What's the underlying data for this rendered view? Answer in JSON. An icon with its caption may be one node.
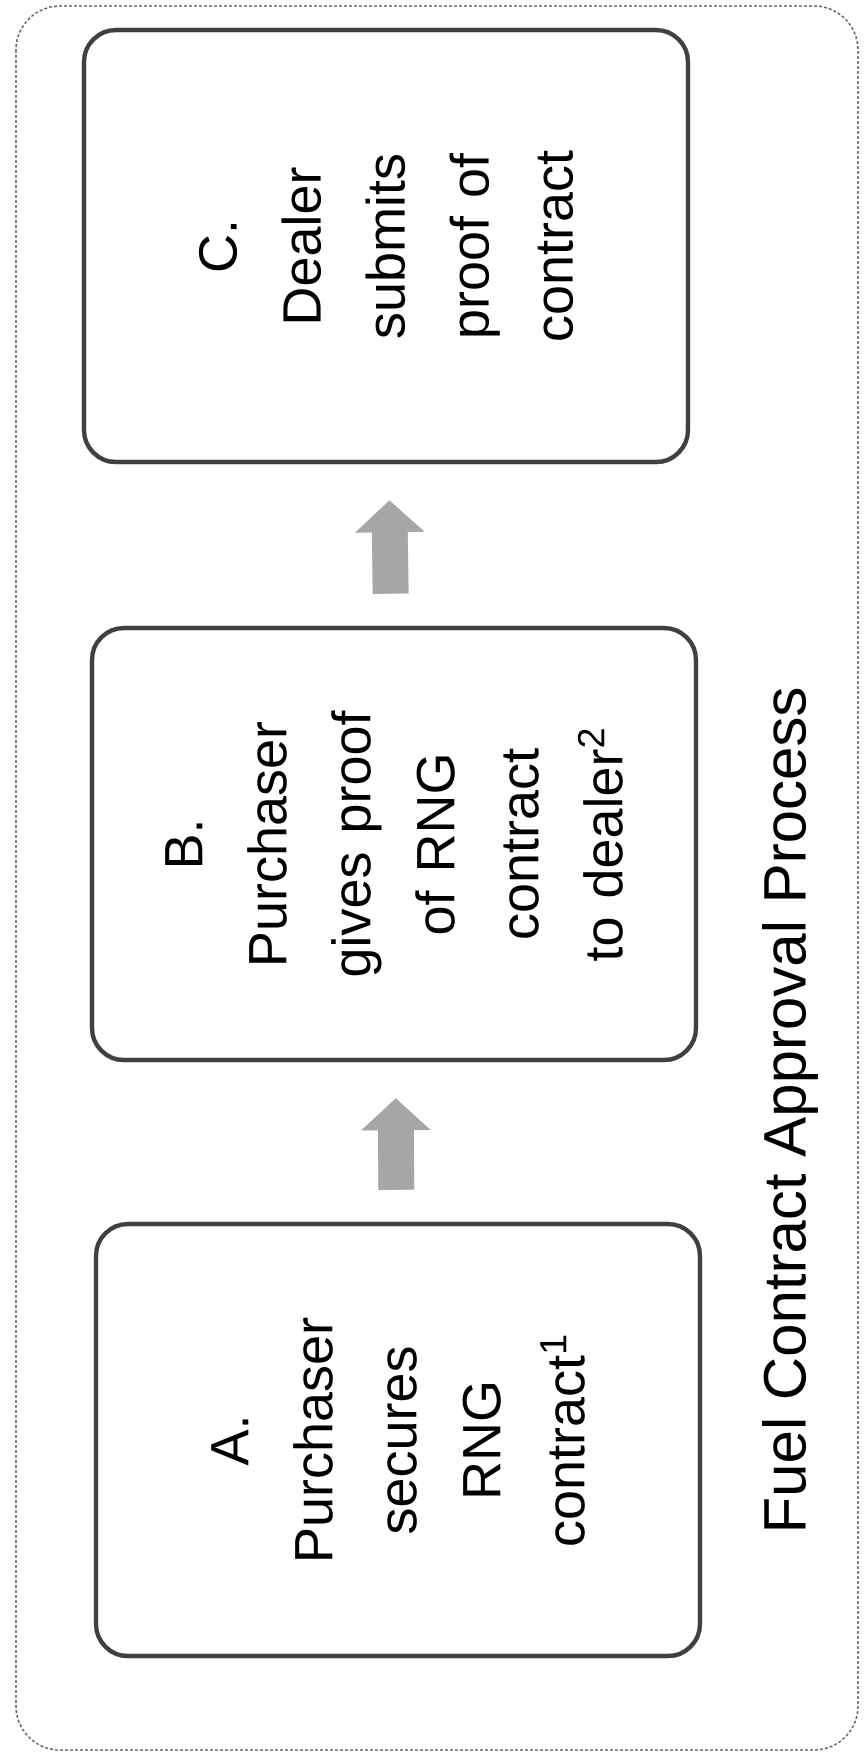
{
  "diagram": {
    "title": "Fuel Contract Approval Process",
    "nodes": [
      {
        "text": [
          "A.",
          "Purchaser secures RNG contract$^{1}$"
        ]
      },
      {
        "text": [
          "B.",
          "Purchaser gives proof of RNG contract to dealer$^{2}$"
        ]
      },
      {
        "text": [
          "C.",
          "Dealer submits proof of contract"
        ]
      }
    ],
    "edges": [
      {
        "from": 0,
        "to": 1,
        "arrow": "to"
      },
      {
        "from": 1,
        "to": 2,
        "arrow": "to"
      }
    ]
  }
}
